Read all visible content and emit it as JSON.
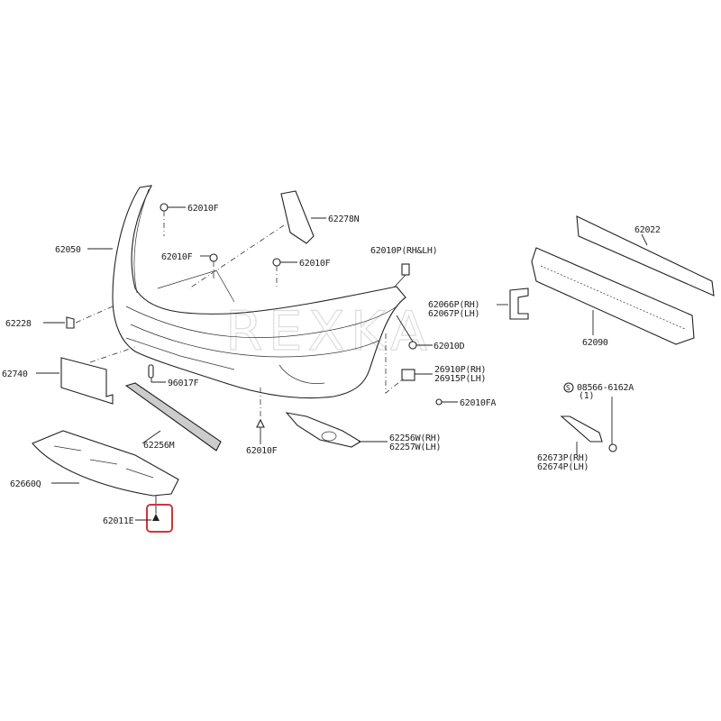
{
  "diagram": {
    "watermark": "REXKA",
    "highlight_color": "#d0343c",
    "highlighted_part": "62011E",
    "callouts": {
      "c62010F_a": "62010F",
      "c62278N": "62278N",
      "c62050": "62050",
      "c62010F_b": "62010F",
      "c62010F_c": "62010F",
      "c62010P": "62010P(RH&LH)",
      "c62022": "62022",
      "c62066P": "62066P(RH)",
      "c62067P": "62067P(LH)",
      "c62228": "62228",
      "c62010D": "62010D",
      "c62090": "62090",
      "c62740": "62740",
      "c96017F": "96017F",
      "c26910P": "26910P(RH)",
      "c26915P": "26915P(LH)",
      "c62010FA": "62010FA",
      "c08566": "08566-6162A",
      "c08566_qty": "(1)",
      "c62256M": "62256M",
      "c62010F_d": "62010F",
      "c62256W": "62256W(RH)",
      "c62257W": "62257W(LH)",
      "c62673P": "62673P(RH)",
      "c62674P": "62674P(LH)",
      "c62660Q": "62660Q",
      "c62011E": "62011E"
    }
  }
}
